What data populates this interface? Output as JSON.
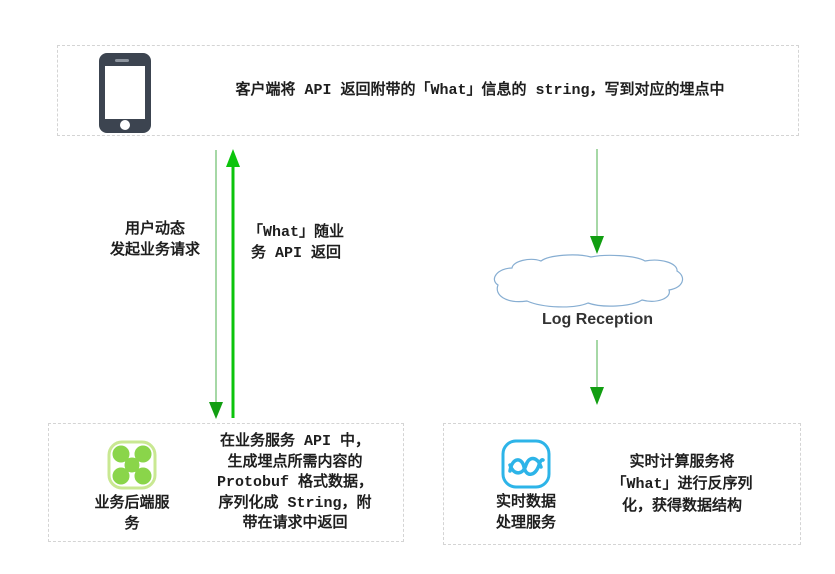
{
  "colors": {
    "arrow_bright_green": "#0cc40c",
    "arrow_pale_green": "#a6d8a6",
    "arrow_head_green": "#119e11",
    "cloud_stroke": "#87aed2",
    "cloud_fill": "#ffffff",
    "phone_body": "#3c4450",
    "phone_screen": "#ffffff",
    "backend_icon_outline": "#c9e892",
    "backend_icon_glyph": "#8ad54a",
    "realtime_icon_blue": "#2db4e8",
    "text_dark": "#1e1e1e"
  },
  "client_box": {
    "icon": "smartphone-icon",
    "text": "客户端将 API 返回附带的「What」信息的 string，写到对应的埋点中"
  },
  "left_flow": {
    "down_arrow_label": "用户动态\n发起业务请求",
    "up_arrow_label": "「What」随业\n务 API 返回"
  },
  "right_flow": {
    "cloud_label": "Log Reception"
  },
  "backend_box": {
    "icon": "hub-x-icon",
    "label": "业务后端服\n务",
    "description": "在业务服务 API 中，\n生成埋点所需内容的\nProtobuf 格式数据，\n序列化成 String，附\n带在请求中返回"
  },
  "realtime_box": {
    "icon": "wave-stream-icon",
    "label": "实时数据\n处理服务",
    "description": "实时计算服务将\n「What」进行反序列\n化，获得数据结构"
  }
}
